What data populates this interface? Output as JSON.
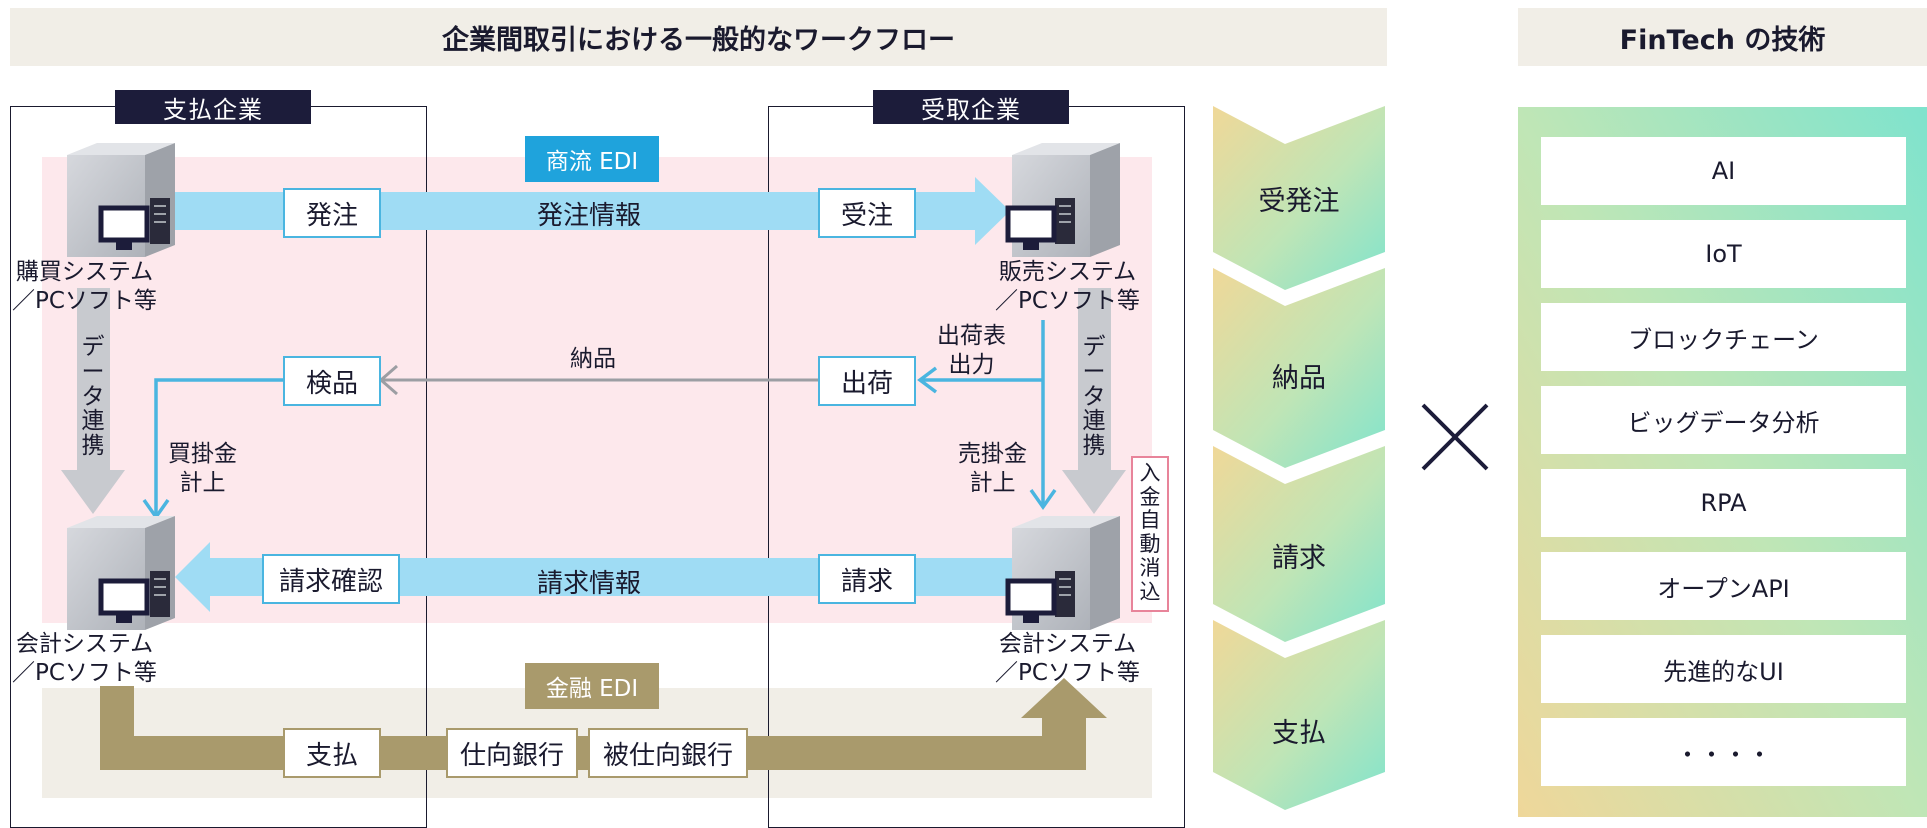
{
  "header": {
    "title": "企業間取引における一般的なワークフロー",
    "fintech_title": "FinTech の技術"
  },
  "payer": {
    "label": "支払企業",
    "system_top": [
      "購買システム",
      "／PCソフト等"
    ],
    "system_bottom": [
      "会計システム",
      "／PCソフト等"
    ],
    "data_link": [
      "デ",
      "ー",
      "タ",
      "連",
      "携"
    ],
    "order_box": "発注",
    "inspect_box": "検品",
    "payable_note": [
      "買掛金",
      "計上"
    ],
    "invoice_check_box": "請求確認",
    "payment_box": "支払"
  },
  "receiver": {
    "label": "受取企業",
    "system_top": [
      "販売システム",
      "／PCソフト等"
    ],
    "system_bottom": [
      "会計システム",
      "／PCソフト等"
    ],
    "data_link": [
      "デ",
      "ー",
      "タ",
      "連",
      "携"
    ],
    "receive_order_box": "受注",
    "ship_box": "出荷",
    "ship_note": [
      "出荷表",
      "出力"
    ],
    "receivable_note": [
      "売掛金",
      "計上"
    ],
    "invoice_box": "請求",
    "auto_clear": [
      "入",
      "金",
      "自",
      "動",
      "消",
      "込"
    ]
  },
  "flows": {
    "commercial_edi_tag": "商流 EDI",
    "order_info": "発注情報",
    "delivery": "納品",
    "invoice_info": "請求情報",
    "financial_edi_tag": "金融 EDI",
    "sender_bank": "仕向銀行",
    "receiver_bank": "被仕向銀行"
  },
  "stages": [
    "受発注",
    "納品",
    "請求",
    "支払"
  ],
  "cross_symbol": "×",
  "technologies": [
    "AI",
    "IoT",
    "ブロックチェーン",
    "ビッグデータ分析",
    "RPA",
    "オープンAPI",
    "先進的なUI",
    "・・・・"
  ],
  "colors": {
    "navy": "#1c1c3a",
    "commercial_band": "#fde8ec",
    "financial_band": "#f1eee7",
    "arrow_blue": "#9fdcf4",
    "line_blue": "#4ab5e0",
    "edi_blue": "#1fa3dc",
    "gold": "#a99a6c",
    "server_gray": "#bfc2c8",
    "auto_clear_border": "#e8849a"
  }
}
